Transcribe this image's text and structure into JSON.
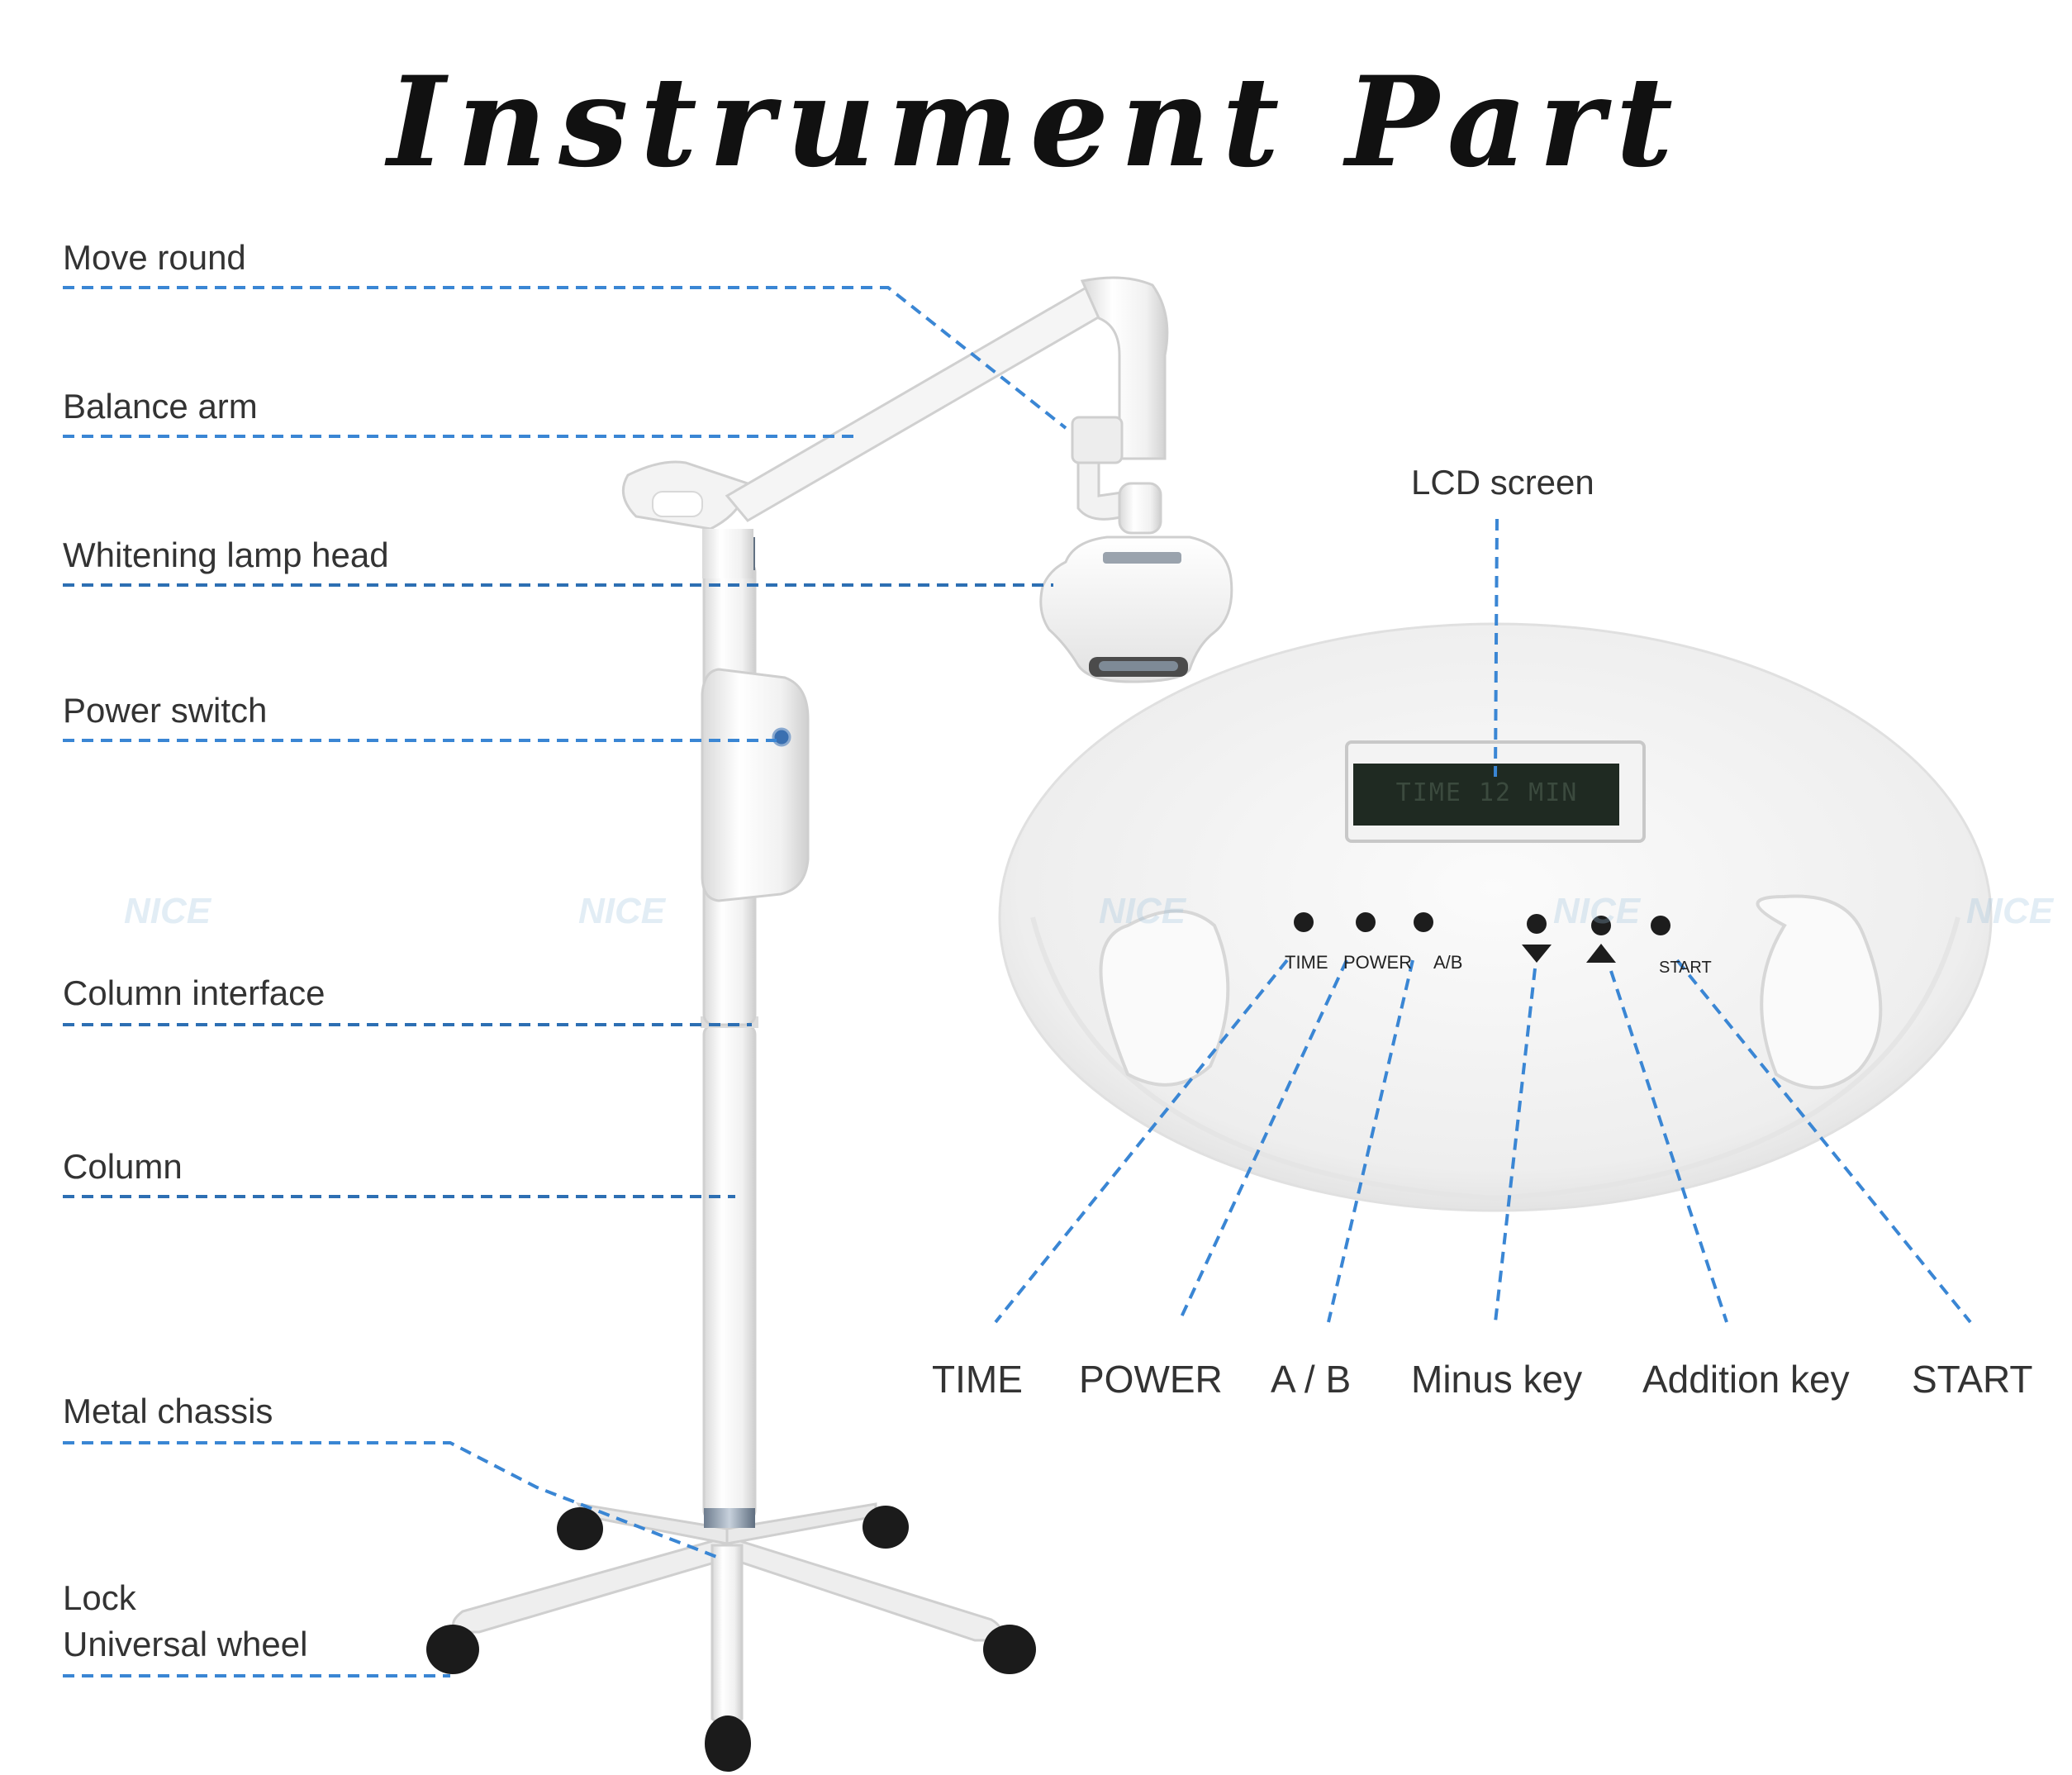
{
  "title": "Instrument Part",
  "left_labels": [
    {
      "id": "move-round",
      "text": "Move round"
    },
    {
      "id": "balance-arm",
      "text": "Balance arm"
    },
    {
      "id": "whitening-lamp-head",
      "text": "Whitening lamp head"
    },
    {
      "id": "power-switch",
      "text": "Power switch"
    },
    {
      "id": "column-interface",
      "text": "Column interface"
    },
    {
      "id": "column",
      "text": "Column"
    },
    {
      "id": "metal-chassis",
      "text": "Metal chassis"
    },
    {
      "id": "lock",
      "text": "Lock"
    },
    {
      "id": "universal-wheel",
      "text": "Universal wheel"
    }
  ],
  "lcd_label": "LCD screen",
  "lcd_display": "TIME 12 MIN",
  "panel_keys": {
    "time": "TIME",
    "power": "POWER",
    "ab": "A/B",
    "start": "START"
  },
  "key_labels": {
    "time": "TIME",
    "power": "POWER",
    "ab": "A / B",
    "minus": "Minus key",
    "addition": "Addition key",
    "start": "START"
  },
  "watermark": "NICE",
  "colors": {
    "leader_line": "#3a86d4",
    "leader_line_dark": "#2d6fb3",
    "device_white": "#f4f4f4",
    "device_shadow": "#d2d2d2",
    "lcd": "#1f2a22",
    "wheel": "#1b1b1b"
  }
}
